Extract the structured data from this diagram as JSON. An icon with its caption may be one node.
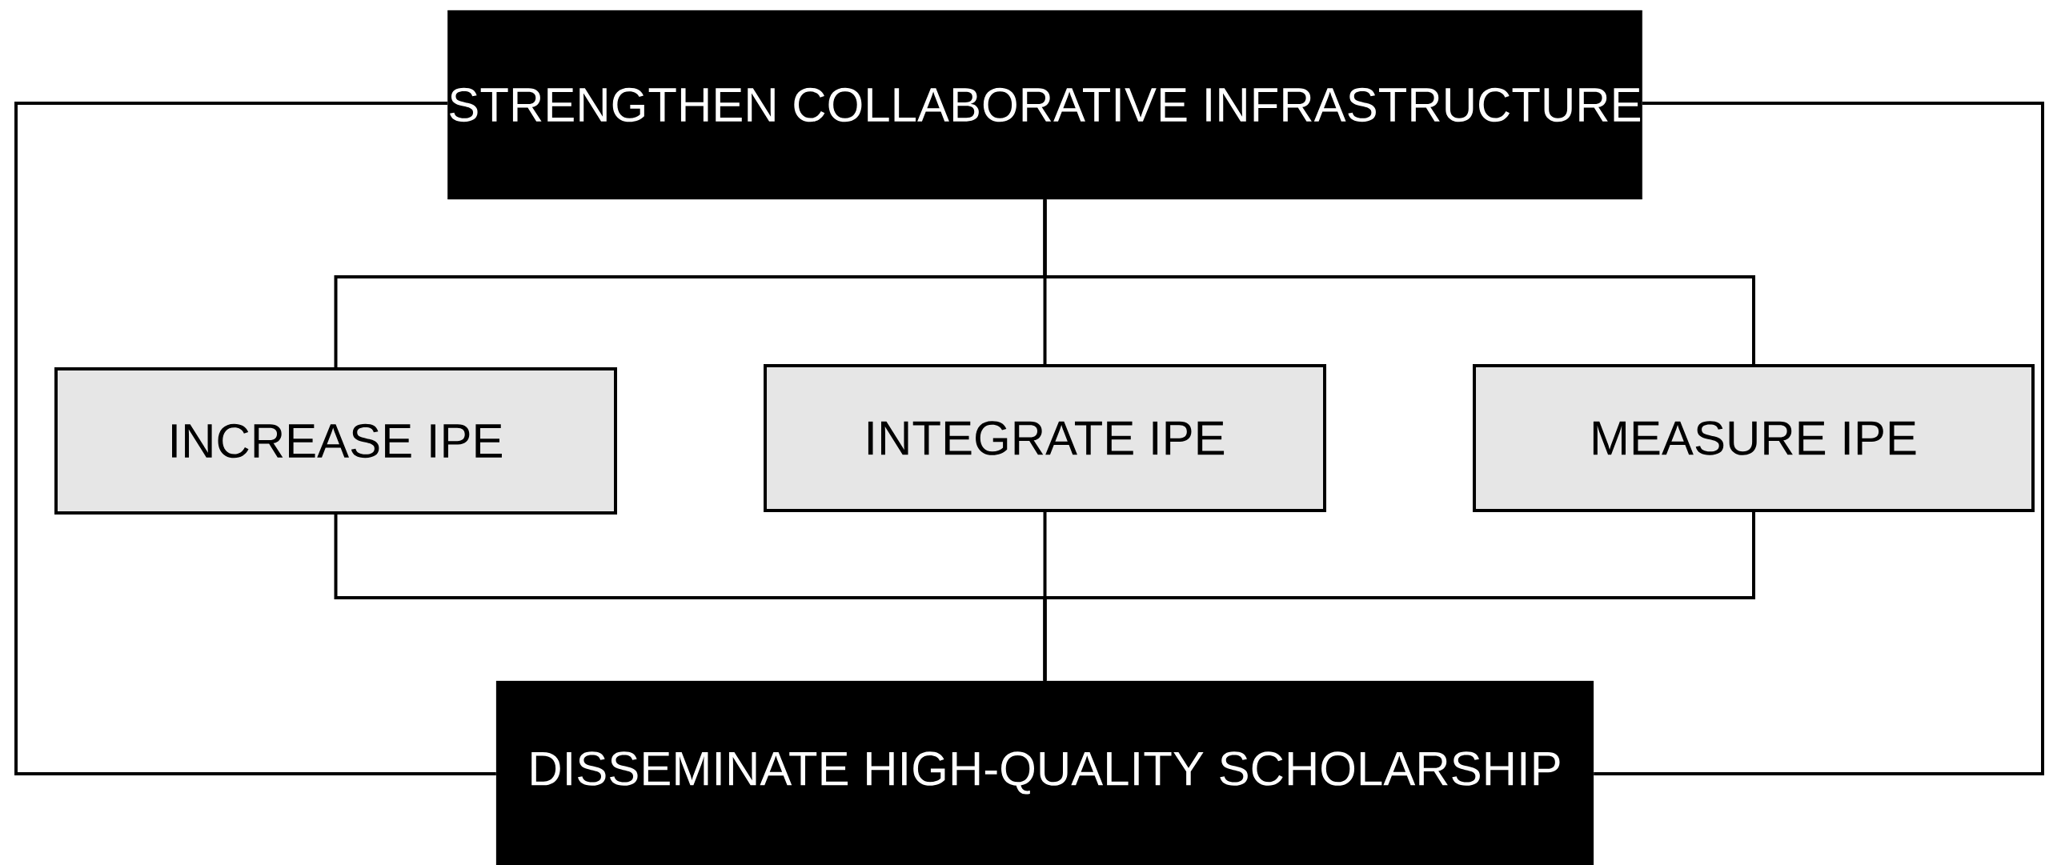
{
  "diagram": {
    "nodes": [
      {
        "text": [
          "STRENGTHEN COLLABORATIVE INFRASTRUCTURE"
        ]
      },
      {
        "text": [
          "INCREASE IPE"
        ]
      },
      {
        "text": [
          "INTEGRATE IPE"
        ]
      },
      {
        "text": [
          "MEASURE IPE"
        ]
      },
      {
        "text": [
          "DISSEMINATE HIGH-QUALITY SCHOLARSHIP"
        ]
      }
    ],
    "edges": [
      {
        "from": 0,
        "to": 1,
        "arrow": "none"
      },
      {
        "from": 0,
        "to": 2,
        "arrow": "none"
      },
      {
        "from": 0,
        "to": 3,
        "arrow": "none"
      },
      {
        "from": 1,
        "to": 4,
        "arrow": "none"
      },
      {
        "from": 2,
        "to": 4,
        "arrow": "none"
      },
      {
        "from": 3,
        "to": 4,
        "arrow": "none"
      },
      {
        "from": 0,
        "to": 4,
        "arrow": "none"
      },
      {
        "from": 0,
        "to": 4,
        "arrow": "none"
      }
    ]
  }
}
